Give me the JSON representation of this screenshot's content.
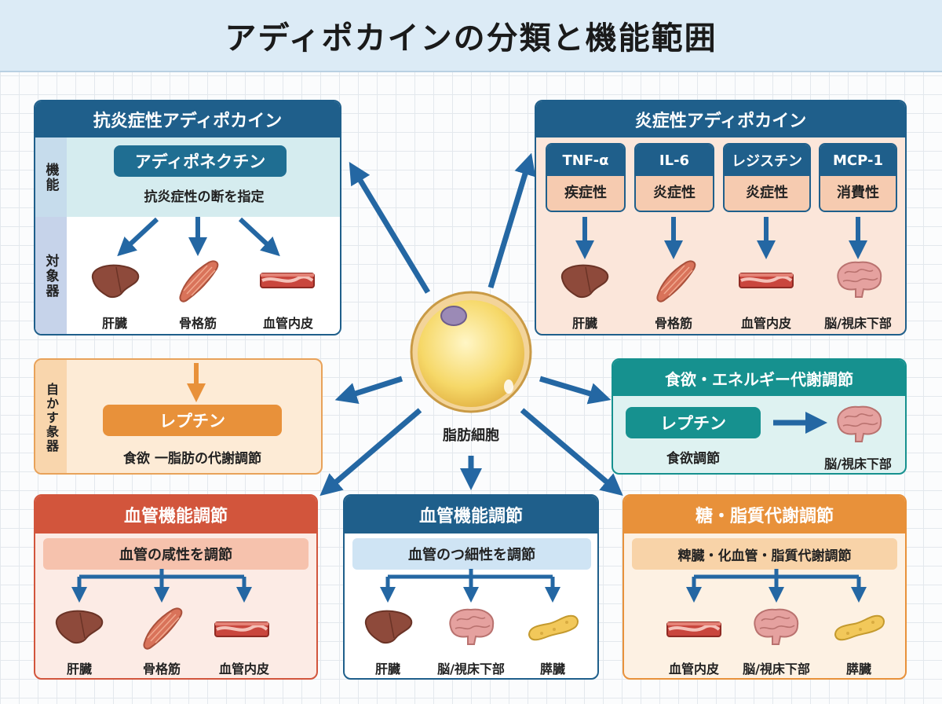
{
  "title": "アディポカインの分類と機能範囲",
  "center": {
    "label": "脂肪細胞"
  },
  "anti": {
    "title": "抗炎症性アディポカイン",
    "side_func": "機能",
    "side_target": "対象器",
    "pill": "アディポネクチン",
    "desc": "抗炎症性の断を指定",
    "organs": [
      "肝臓",
      "骨格筋",
      "血管内皮"
    ]
  },
  "inflam": {
    "title": "炎症性アディポカイン",
    "cards": [
      {
        "name": "TNF-α",
        "effect": "疾症性"
      },
      {
        "name": "IL-6",
        "effect": "炎症性"
      },
      {
        "name": "レジスチン",
        "effect": "炎症性"
      },
      {
        "name": "MCP-1",
        "effect": "消費性"
      }
    ],
    "organs": [
      "肝臓",
      "骨格筋",
      "血管内皮",
      "脳/視床下部"
    ]
  },
  "leptin_left": {
    "side": "自かす彖器",
    "pill": "レプチン",
    "desc": "食欲 一脂肪の代謝調節"
  },
  "appetite": {
    "title": "食欲・エネルギー代謝調節",
    "pill": "レプチン",
    "desc": "食欲調節",
    "organ": "脳/視床下部"
  },
  "vascular_red": {
    "title": "血管機能調節",
    "bar": "血管の咸性を調節",
    "organs": [
      "肝臓",
      "骨格筋",
      "血管内皮"
    ]
  },
  "vascular_blue": {
    "title": "血管機能調節",
    "bar": "血管のつ細性を調節",
    "organs": [
      "肝臓",
      "脳/視床下部",
      "膵臓"
    ]
  },
  "metabolism": {
    "title": "糖・脂質代謝調節",
    "bar": "粺臓・化血管・脂質代謝調節",
    "organs": [
      "血管内皮",
      "脳/視床下部",
      "膵臓"
    ]
  },
  "colors": {
    "navy": "#1f5f8b",
    "teal": "#16918f",
    "orange": "#e8913a",
    "red": "#d2553c",
    "arrow": "#2467a3"
  },
  "icons": [
    "liver-icon",
    "muscle-icon",
    "blood-vessel-icon",
    "brain-icon",
    "pancreas-icon",
    "fat-cell-icon"
  ]
}
